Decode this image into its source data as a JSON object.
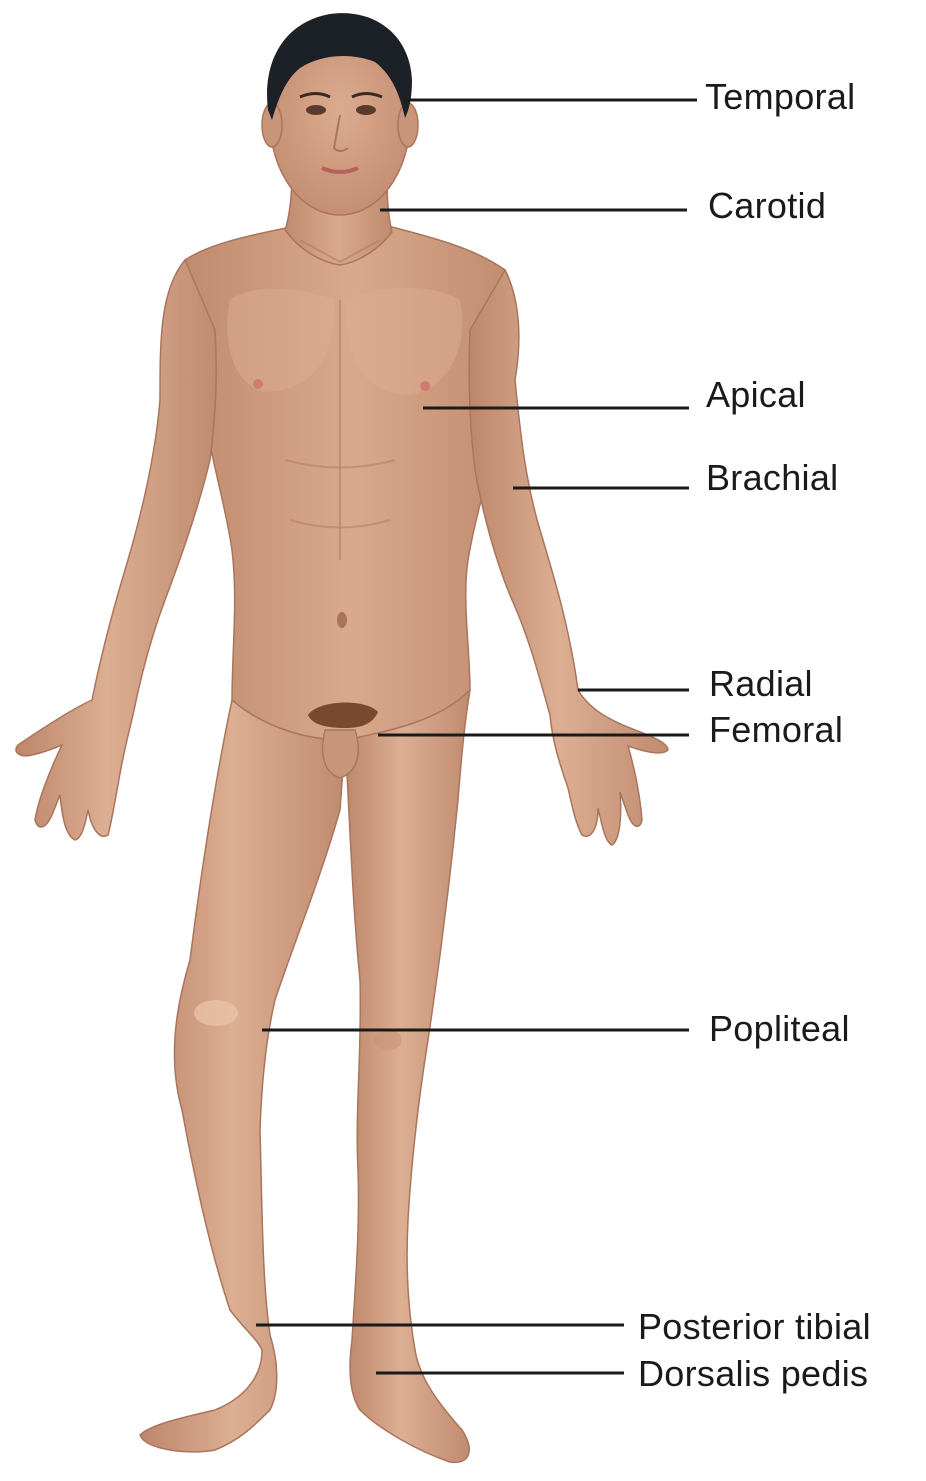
{
  "labels": {
    "temporal": "Temporal",
    "carotid": "Carotid",
    "apical": "Apical",
    "brachial": "Brachial",
    "radial": "Radial",
    "femoral": "Femoral",
    "popliteal": "Popliteal",
    "posterior_tibial": "Posterior tibial",
    "dorsalis_pedis": "Dorsalis pedis"
  },
  "colors": {
    "skin": "#d29e82",
    "skin_highlight": "#e5b89c",
    "skin_shadow": "#b47c62",
    "hair": "#1c2127",
    "leader_line": "#1a1a1a",
    "text": "#1a1a1a",
    "background": "#ffffff"
  }
}
